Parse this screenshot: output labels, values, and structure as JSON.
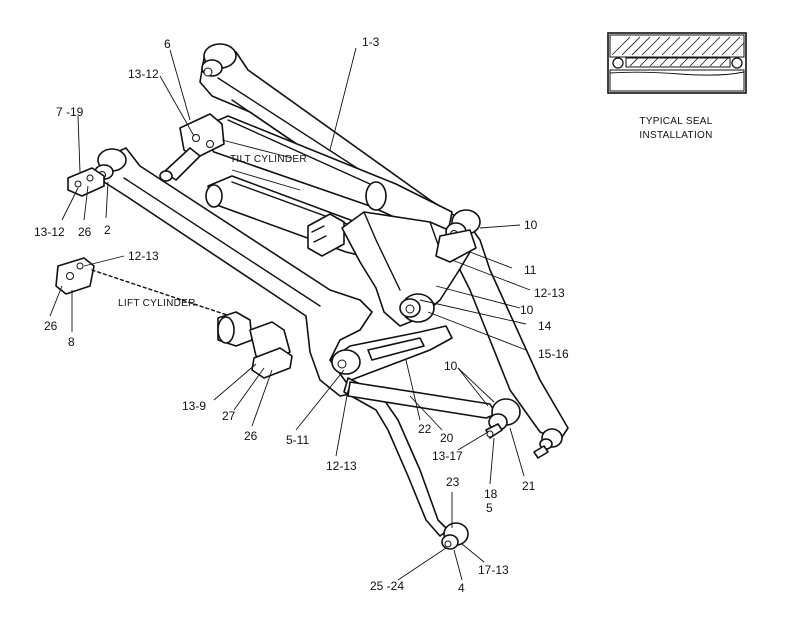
{
  "inset": {
    "caption_line1": "TYPICAL SEAL",
    "caption_line2": "INSTALLATION"
  },
  "callouts": {
    "c_13_top": "1-3",
    "c_6": "6",
    "c_13_12_a": "13-12",
    "c_7_19": "7 -19",
    "c_13_12_b": "13-12",
    "c_26_a": "26",
    "c_2": "2",
    "c_12_13_a": "12-13",
    "c_26_b": "26",
    "c_8": "8",
    "c_10_a": "10",
    "c_11": "11",
    "c_12_13_b": "12-13",
    "c_10_b": "10",
    "c_14": "14",
    "c_15_16": "15-16",
    "c_10_c": "10",
    "c_13_9": "13-9",
    "c_27": "27",
    "c_26_c": "26",
    "c_5_11": "5-11",
    "c_22": "22",
    "c_20": "20",
    "c_12_13_c": "12-13",
    "c_13_17": "13-17",
    "c_18": "18",
    "c_5": "5",
    "c_21": "21",
    "c_23": "23",
    "c_17_13": "17-13",
    "c_25_24": "25 -24",
    "c_4": "4"
  },
  "parts": {
    "tilt_cylinder": "TILT CYLINDER",
    "lift_cylinder": "LIFT CYLINDER"
  }
}
